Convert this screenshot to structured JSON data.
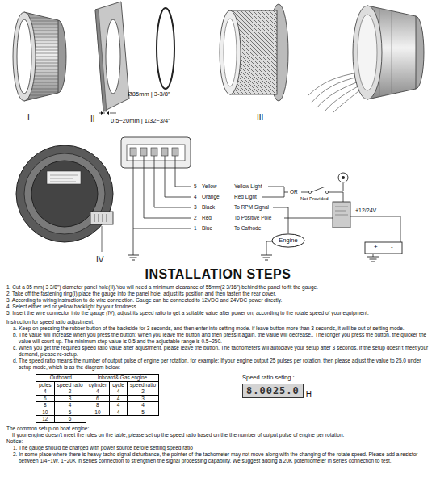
{
  "diagram": {
    "title": "INSTALLATION STEPS",
    "nodes": [
      {
        "text": [
          "Engine"
        ]
      }
    ],
    "labels": [
      "I",
      "II",
      "III",
      "Ø85mm | 3-3/8″",
      "0.5~20mm | 1/32~3/4″",
      "5",
      "Yellow",
      "Yellow Light",
      "4",
      "Orange",
      "Red Light",
      "3",
      "Black",
      "To RPM Signal",
      "2",
      "Red",
      "To Positive Pole",
      "1",
      "Blue",
      "To Cathode",
      "OR",
      "Not Provided",
      "+12/24V",
      "+",
      "-",
      "IV",
      "1. Cut a 85 mm( 3 3/8\") diameter panel hole(II).You will need a minimum clearance of 55mm(2 3/16\") behind the panel to fit the gauge.",
      "2. Take off the fastening ring(I),place the gauge into the panel hole, adjust its position and then fasten the rear cover.",
      "3. According to wiring instruction to do wire connection. Gauge can be connected to 12VDC and 24VDC power directly.",
      "4. Select either red or yellow backlight by your fondness.",
      "5. Insert the wire connector into the gauge (IV), adjust its speed ratio to get a suitable value after power on, according to the rotate speed of your equipment.",
      "Instruction for speed ratio adjustment:",
      "a. Keep on pressing the rubber button of the backside for 3 seconds, and then enter into setting mode. if leave button more than 3 seconds, it will be out of setting mode.",
      "b. The value will increase when you press the button; When you leave the button and then press it again, the value will decrease,. The longer you press the button, the quicker the value will count up. The minimum step value is 0.5 and the adjustable range is 0.5~250.",
      "c. When you get the required speed ratio value after adjustment, please leave the button. The tachometers will autoclave your setup after 3 seconds. If the setup doesn't meet your demand, please re-setup.",
      "d. The speed ratio means the number of output pulse of engine per rotation, for example: If your engine output 25 pulses per rotation, then please adjust the value to 25.0 under setup mode, which is as the diagram below:",
      "Outboard",
      "Inboard& Gas engine",
      "poles",
      "speed ratio",
      "cylinder",
      "cycle",
      "speed ratio",
      "4",
      "2",
      "4",
      "4",
      "2",
      "6",
      "3",
      "6",
      "4",
      "3",
      "8",
      "4",
      "8",
      "4",
      "4",
      "10",
      "5",
      "10",
      "4",
      "5",
      "12",
      "6",
      "Speed ratio seting :",
      "8.0025.0",
      "H",
      "The common setup on boat engine:",
      "If your engine doesn't meet the rules on the table, please set up the speed ratio based on the the number of output pulse of engine per rotation.",
      "Notice:",
      "1. The gauge should be charged with power source before setting speed ratio",
      "2. In some place where there is heavy tacho signal disturbance, the pointer of the tachometer may not move along with the changing of the rotate speed. Please add a resistor between 1/4~1W, 1~20K in series connection to strengthen the signal processing capability. We suggest adding a 20K potentiometer in series connection to test."
    ]
  }
}
